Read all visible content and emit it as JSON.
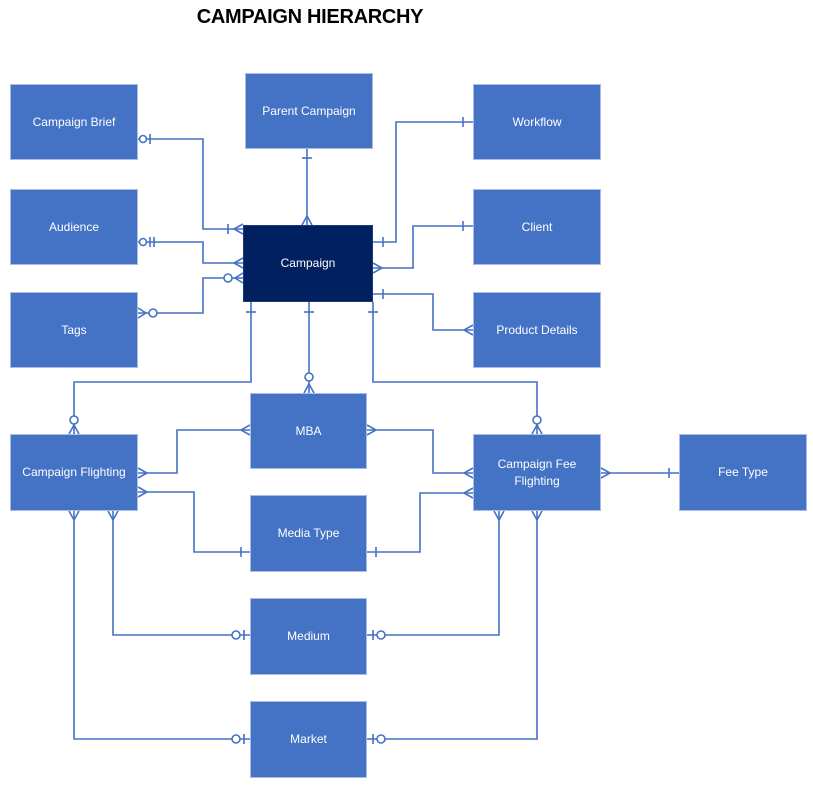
{
  "title": "CAMPAIGN HIERARCHY",
  "colors": {
    "entity_fill": "#4472c4",
    "primary_entity_fill": "#002060",
    "connector": "#4472c4",
    "entity_text": "#ffffff"
  },
  "entities": {
    "campaign_brief": "Campaign Brief",
    "parent_campaign": "Parent Campaign",
    "workflow": "Workflow",
    "audience": "Audience",
    "campaign": "Campaign",
    "client": "Client",
    "tags": "Tags",
    "product_details": "Product Details",
    "mba": "MBA",
    "campaign_flighting": "Campaign Flighting",
    "campaign_fee_flighting": "Campaign Fee Flighting",
    "fee_type": "Fee Type",
    "media_type": "Media Type",
    "medium": "Medium",
    "market": "Market"
  },
  "relationships": [
    {
      "from": "Campaign Brief",
      "from_end": "zero-or-one",
      "to": "Campaign",
      "to_end": "one-or-many"
    },
    {
      "from": "Parent Campaign",
      "from_end": "one",
      "to": "Campaign",
      "to_end": "many"
    },
    {
      "from": "Audience",
      "from_end": "zero-or-one (one)",
      "to": "Campaign",
      "to_end": "many"
    },
    {
      "from": "Tags",
      "from_end": "zero-or-many",
      "to": "Campaign",
      "to_end": "zero-or-many"
    },
    {
      "from": "Workflow",
      "from_end": "one",
      "to": "Campaign",
      "to_end": "one"
    },
    {
      "from": "Client",
      "from_end": "one",
      "to": "Campaign",
      "to_end": "many"
    },
    {
      "from": "Product Details",
      "from_end": "many",
      "to": "Campaign",
      "to_end": "one"
    },
    {
      "from": "Campaign",
      "from_end": "one",
      "to": "MBA",
      "to_end": "zero-or-many"
    },
    {
      "from": "Campaign",
      "from_end": "one",
      "to": "Campaign Flighting",
      "to_end": "zero-or-many"
    },
    {
      "from": "Campaign",
      "from_end": "one",
      "to": "Campaign Fee Flighting",
      "to_end": "zero-or-many"
    },
    {
      "from": "MBA",
      "from_end": "many",
      "to": "Campaign Flighting",
      "to_end": "many"
    },
    {
      "from": "MBA",
      "from_end": "many",
      "to": "Campaign Fee Flighting",
      "to_end": "many"
    },
    {
      "from": "Media Type",
      "from_end": "one",
      "to": "Campaign Flighting",
      "to_end": "many"
    },
    {
      "from": "Media Type",
      "from_end": "one",
      "to": "Campaign Fee Flighting",
      "to_end": "many"
    },
    {
      "from": "Fee Type",
      "from_end": "one",
      "to": "Campaign Fee Flighting",
      "to_end": "many"
    },
    {
      "from": "Medium",
      "from_end": "zero-or-one",
      "to": "Campaign Flighting",
      "to_end": "many"
    },
    {
      "from": "Medium",
      "from_end": "zero-or-one",
      "to": "Campaign Fee Flighting",
      "to_end": "many"
    },
    {
      "from": "Market",
      "from_end": "zero-or-one",
      "to": "Campaign Flighting",
      "to_end": "many"
    },
    {
      "from": "Market",
      "from_end": "zero-or-one",
      "to": "Campaign Fee Flighting",
      "to_end": "many"
    }
  ]
}
